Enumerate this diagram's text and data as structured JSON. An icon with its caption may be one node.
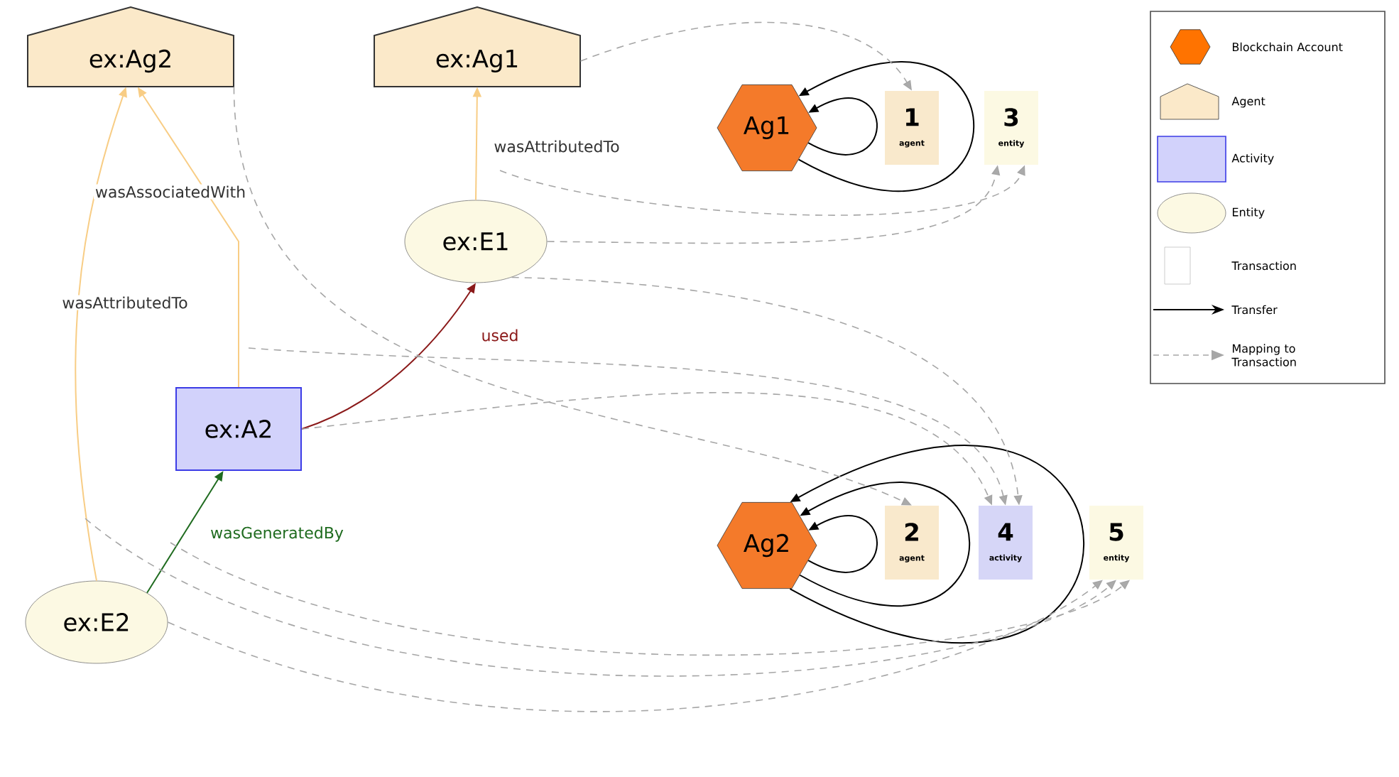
{
  "diagram": {
    "nodes": [
      {
        "text": [
          "ex:Ag2"
        ]
      },
      {
        "text": [
          "ex:Ag1"
        ]
      },
      {
        "text": [
          "ex:E1"
        ]
      },
      {
        "text": [
          "ex:A2"
        ]
      },
      {
        "text": [
          "ex:E2"
        ]
      },
      {
        "text": [
          "Ag1"
        ]
      },
      {
        "text": [
          "1",
          "agent"
        ]
      },
      {
        "text": [
          "3",
          "entity"
        ]
      },
      {
        "text": [
          "Ag2"
        ]
      },
      {
        "text": [
          "2",
          "agent"
        ]
      },
      {
        "text": [
          "4",
          "activity"
        ]
      },
      {
        "text": [
          "5",
          "entity"
        ]
      }
    ],
    "edges": [
      {
        "from": 4,
        "to": 0,
        "arrow": "to",
        "label": "wasAttributedTo",
        "color": "#f8cd85"
      },
      {
        "from": 3,
        "to": 0,
        "arrow": "to",
        "label": "wasAssociatedWith",
        "color": "#f8cd85"
      },
      {
        "from": 2,
        "to": 1,
        "arrow": "to",
        "label": "wasAttributedTo",
        "color": "#f8cd85"
      },
      {
        "from": 3,
        "to": 2,
        "arrow": "to",
        "label": "used",
        "color": "#8b1a1a"
      },
      {
        "from": 4,
        "to": 3,
        "arrow": "to",
        "label": "wasGeneratedBy",
        "color": "#1f6b1f"
      },
      {
        "from": 5,
        "to": 5,
        "arrow": "to",
        "color": "#000000"
      },
      {
        "from": 5,
        "to": 5,
        "arrow": "to",
        "color": "#000000"
      },
      {
        "from": 8,
        "to": 8,
        "arrow": "to",
        "color": "#000000"
      },
      {
        "from": 8,
        "to": 8,
        "arrow": "to",
        "color": "#000000"
      },
      {
        "from": 8,
        "to": 8,
        "arrow": "to",
        "color": "#000000"
      },
      {
        "from": 1,
        "to": 6,
        "arrow": "to",
        "style": "dashed"
      },
      {
        "from": 2,
        "to": 7,
        "arrow": "to",
        "style": "dashed"
      },
      {
        "from": null,
        "to": 7,
        "arrow": "to",
        "style": "dashed"
      },
      {
        "from": 0,
        "to": 9,
        "arrow": "to",
        "style": "dashed"
      },
      {
        "from": 3,
        "to": 10,
        "arrow": "to",
        "style": "dashed"
      },
      {
        "from": null,
        "to": 10,
        "arrow": "to",
        "style": "dashed"
      },
      {
        "from": 2,
        "to": 10,
        "arrow": "to",
        "style": "dashed"
      },
      {
        "from": 4,
        "to": 11,
        "arrow": "to",
        "style": "dashed"
      },
      {
        "from": null,
        "to": 11,
        "arrow": "to",
        "style": "dashed"
      },
      {
        "from": null,
        "to": 11,
        "arrow": "to",
        "style": "dashed"
      }
    ],
    "legend": [
      {
        "text": "Blockchain Account"
      },
      {
        "text": "Agent"
      },
      {
        "text": "Activity"
      },
      {
        "text": "Entity"
      },
      {
        "text": "Transaction"
      },
      {
        "text": "Transfer"
      },
      {
        "text": "Mapping to Transaction"
      }
    ]
  }
}
